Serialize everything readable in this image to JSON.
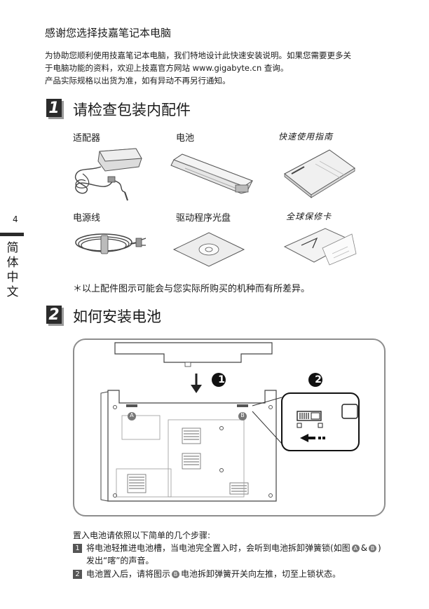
{
  "page_title": "感谢您选择技嘉笔记本电脑",
  "intro_lines": [
    "为协助您顺利使用技嘉笔记本电脑，我们特地设计此快速安装说明。如果您需要更多关",
    "于电脑功能的资料，欢迎上技嘉官方网站 www.gigabyte.cn 查询。",
    "产品实际规格以出货为准，如有异动不再另行通知。"
  ],
  "section1": {
    "number": "1",
    "title": "请检查包装内配件",
    "items": [
      {
        "label": "适配器",
        "icon": "adapter"
      },
      {
        "label": "电池",
        "icon": "battery"
      },
      {
        "label": "快速使用指南",
        "icon": "booklet"
      },
      {
        "label": "电源线",
        "icon": "power-cord"
      },
      {
        "label": "驱动程序光盘",
        "icon": "disc"
      },
      {
        "label": "全球保修卡",
        "icon": "warranty-card"
      }
    ]
  },
  "footnote": "＊以上配件图示可能会与您实际所购买的机种而有所差异。",
  "section2": {
    "number": "2",
    "title": "如何安装电池",
    "diagram": {
      "callout1": "1",
      "callout2": "2",
      "marker_a": "A",
      "marker_b": "B"
    }
  },
  "steps_title": "置入电池请依照以下简单的几个步骤:",
  "steps": [
    {
      "num": "1",
      "text_a": "将电池轻推进电池槽，当电池完全置入时，会听到电池拆卸弹簧锁(如图",
      "mark_a": "A",
      "amp": "&",
      "mark_b": "B",
      "text_b": ")",
      "line2": "发出“喀”的声音。"
    },
    {
      "num": "2",
      "text_a": "电池置入后，请将图示",
      "mark": "B",
      "text_b": "电池拆卸弹簧开关向左推，切至上锁状态。"
    }
  ],
  "side_tab": {
    "page_number": "4",
    "language_chars": [
      "简",
      "体",
      "中",
      "文"
    ]
  },
  "colors": {
    "accent_dark": "#2b2b2b",
    "border_gray": "#8d8d8d",
    "shadow_gray": "#9a9a9a"
  }
}
